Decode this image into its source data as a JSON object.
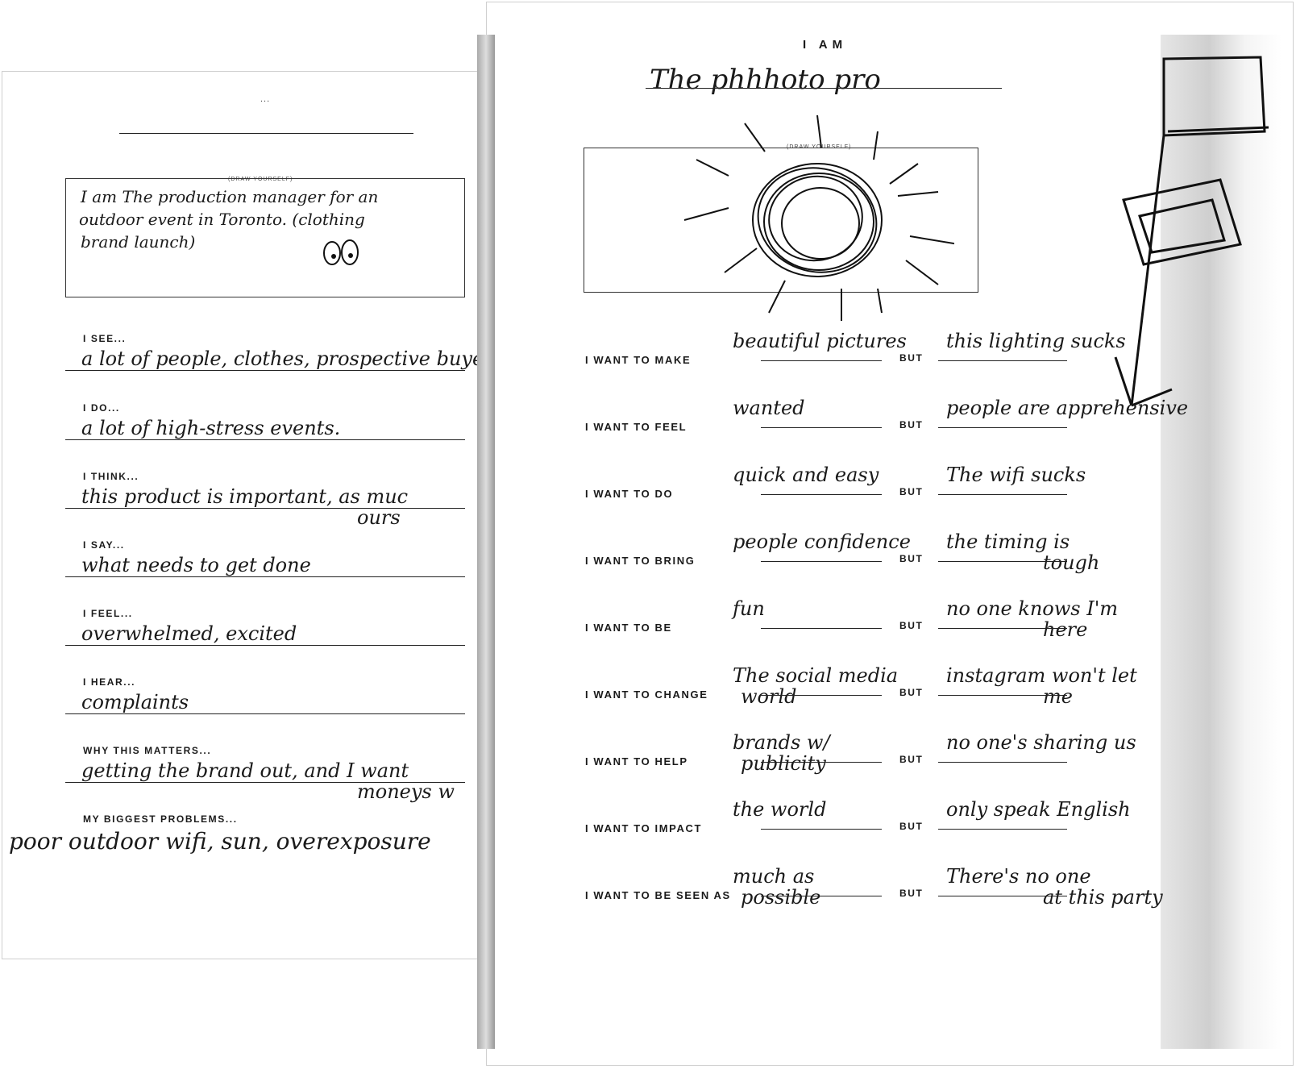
{
  "left_page": {
    "dots": "...",
    "draw_label": "(DRAW YOURSELF)",
    "draw_box_text": [
      "I am The production manager for an",
      "outdoor event in Toronto. (clothing",
      "brand launch)"
    ],
    "sections": [
      {
        "label": "I SEE...",
        "lines": [
          "a lot of people, clothes, prospective buyer"
        ]
      },
      {
        "label": "I DO...",
        "lines": [
          "a lot of high-stress events."
        ]
      },
      {
        "label": "I THINK...",
        "lines": [
          "this product is important, as muc",
          "ours"
        ]
      },
      {
        "label": "I SAY...",
        "lines": [
          "what needs to get done"
        ]
      },
      {
        "label": "I FEEL...",
        "lines": [
          "overwhelmed, excited"
        ]
      },
      {
        "label": "I HEAR...",
        "lines": [
          "complaints"
        ]
      },
      {
        "label": "WHY THIS MATTERS...",
        "lines": [
          "getting the brand out, and I want",
          "moneys w"
        ]
      },
      {
        "label": "MY BIGGEST PROBLEMS...",
        "lines": [
          "poor outdoor wifi, sun, overexposure"
        ]
      }
    ]
  },
  "right_page": {
    "heading": "I AM",
    "identity": "The phhhoto pro",
    "draw_label": "(DRAW YOURSELF)",
    "but_label": "BUT",
    "rows": [
      {
        "label": "I WANT TO MAKE",
        "want": [
          "beautiful pictures"
        ],
        "but": [
          "this lighting sucks"
        ]
      },
      {
        "label": "I WANT TO FEEL",
        "want": [
          "wanted"
        ],
        "but": [
          "people are apprehensive"
        ]
      },
      {
        "label": "I WANT TO DO",
        "want": [
          "quick and easy"
        ],
        "but": [
          "The wifi sucks"
        ]
      },
      {
        "label": "I WANT TO BRING",
        "want": [
          "people confidence"
        ],
        "but": [
          "the timing is",
          "tough"
        ]
      },
      {
        "label": "I WANT TO BE",
        "want": [
          "fun"
        ],
        "but": [
          "no one knows I'm",
          "here"
        ]
      },
      {
        "label": "I WANT TO CHANGE",
        "want": [
          "The social media",
          "world"
        ],
        "but": [
          "instagram won't let",
          "me"
        ]
      },
      {
        "label": "I WANT TO HELP",
        "want": [
          "brands w/",
          "publicity"
        ],
        "but": [
          "no one's sharing us"
        ]
      },
      {
        "label": "I WANT TO IMPACT",
        "want": [
          "the world"
        ],
        "but": [
          "only speak English"
        ]
      },
      {
        "label": "I WANT TO BE SEEN AS",
        "want": [
          "much as",
          "possible"
        ],
        "but": [
          "There's no one",
          "at this party"
        ]
      }
    ]
  }
}
